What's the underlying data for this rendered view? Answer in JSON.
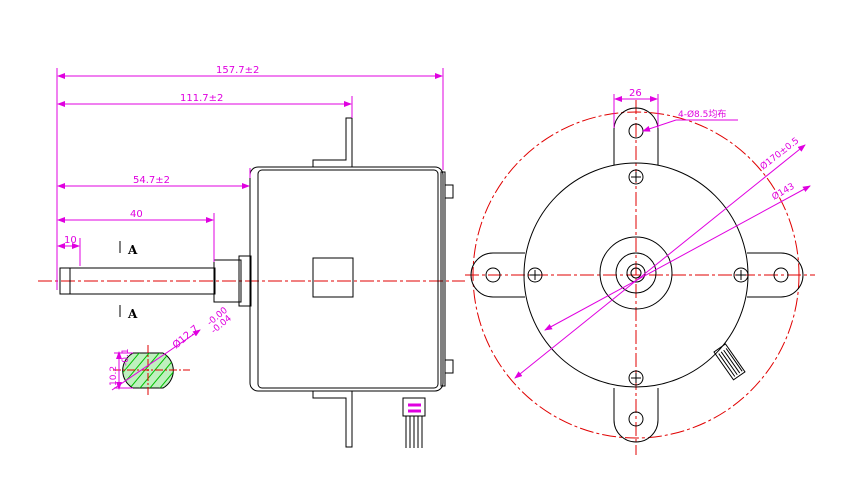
{
  "dimensions": {
    "overall_length": "157.7±2",
    "length_to_mount": "111.7±2",
    "length_to_body": "54.7±2",
    "shaft_length": "40",
    "shaft_tip": "10",
    "tab_width": "26",
    "hole_spec": "4-Ø8.5均布",
    "bolt_circle": "Ø170±0.5",
    "body_diameter": "Ø143",
    "shaft_diameter": "Ø12.7",
    "shaft_tol_upper": "-0.00",
    "shaft_tol_lower": "-0.04",
    "flat_height": "10.2",
    "flat_tol": "-0.1"
  },
  "section": {
    "label_top": "A",
    "label_bottom": "A"
  },
  "colors": {
    "dimension": "#e000e0",
    "outline": "#000000",
    "centerline": "#e00000",
    "hatch": "#00c000"
  }
}
